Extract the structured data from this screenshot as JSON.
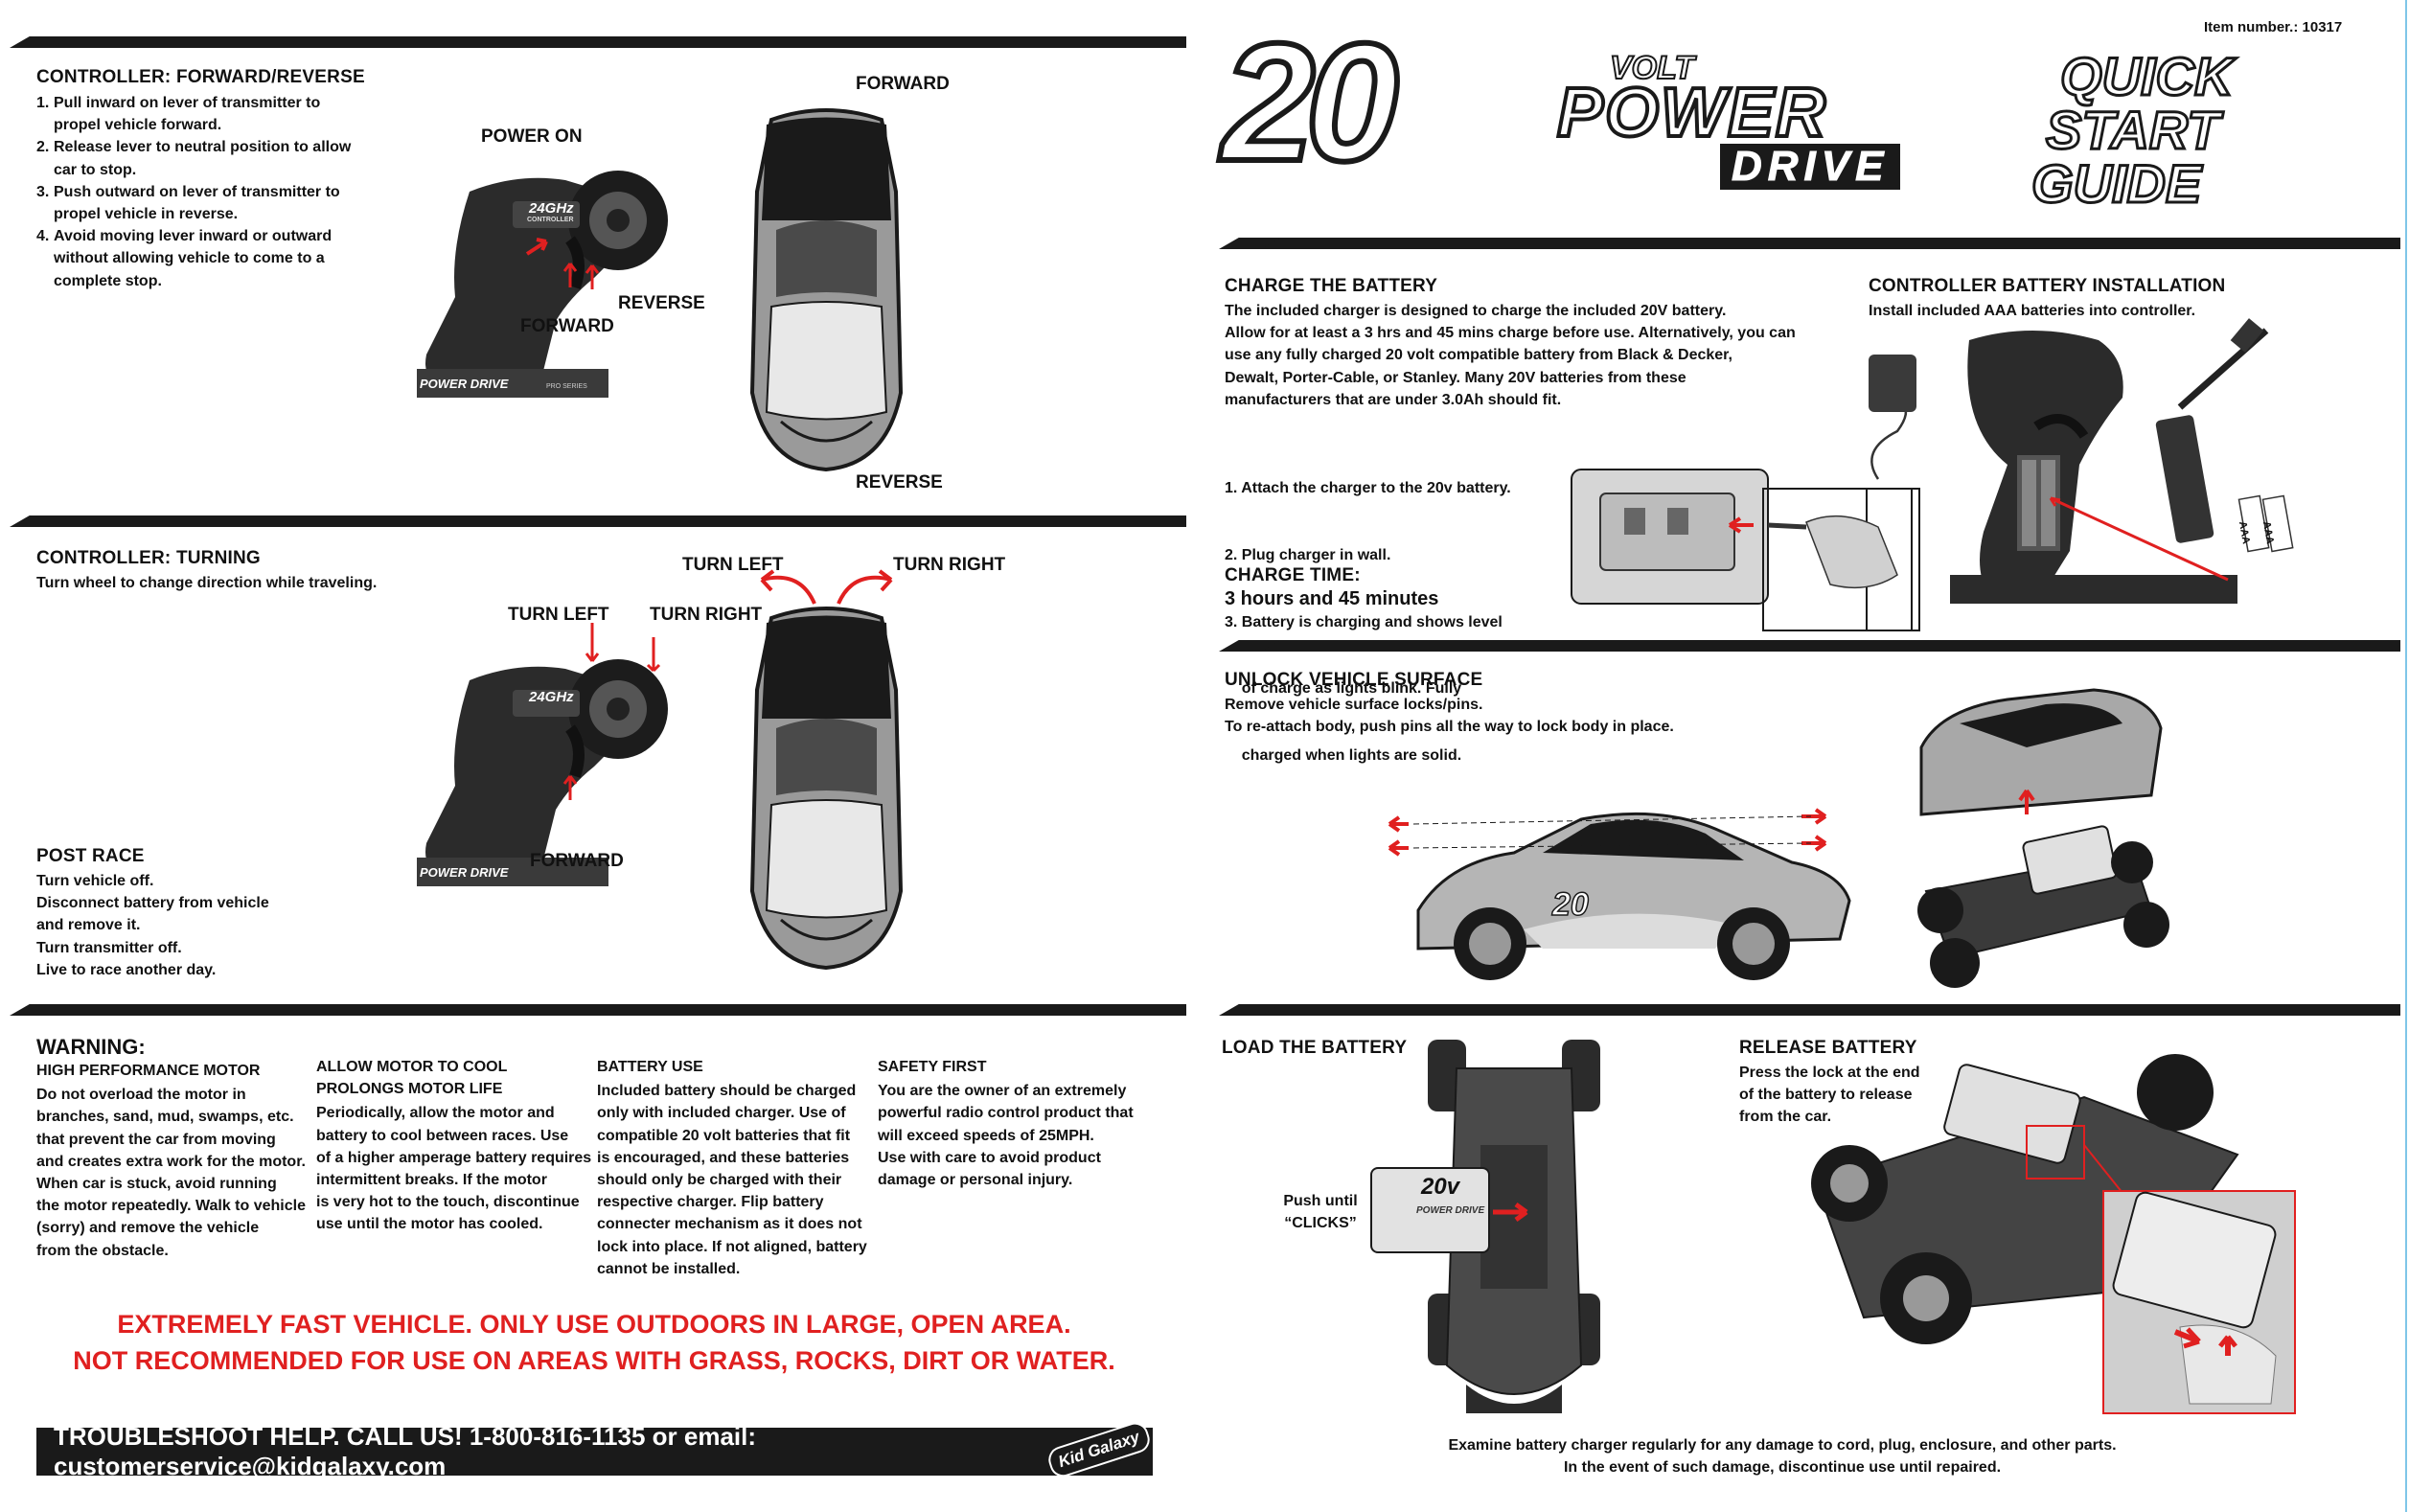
{
  "item_number": "Item number.: 10317",
  "brand": {
    "number": "20",
    "volt": "VOLT",
    "power": "POWER",
    "drive": "DRIVE",
    "guide_line1": "QUICK",
    "guide_line2": "START",
    "guide_line3": "GUIDE",
    "controller_logo": "24GHz",
    "controller_sub": "CONTROLLER",
    "controller_brand": "POWER DRIVE",
    "controller_series": "PRO SERIES",
    "kid_galaxy": "Kid Galaxy",
    "battery_label": "20v"
  },
  "forward_reverse": {
    "title": "CONTROLLER: FORWARD/REVERSE",
    "steps": [
      {
        "n": "1.",
        "text": "Pull inward on lever of transmitter to propel vehicle forward."
      },
      {
        "n": "2.",
        "text": "Release lever to neutral position to allow car to stop."
      },
      {
        "n": "3.",
        "text": "Push outward on lever of transmitter to propel vehicle in reverse."
      },
      {
        "n": "4.",
        "text": "Avoid moving lever inward or outward without allowing vehicle to come to a complete stop."
      }
    ],
    "power_on": "POWER ON",
    "forward": "FORWARD",
    "reverse": "REVERSE",
    "car_forward": "FORWARD",
    "car_reverse": "REVERSE"
  },
  "turning": {
    "title": "CONTROLLER: TURNING",
    "text": "Turn wheel to change direction while traveling.",
    "turn_left": "TURN LEFT",
    "turn_right": "TURN RIGHT",
    "forward": "FORWARD",
    "car_turn_left": "TURN LEFT",
    "car_turn_right": "TURN RIGHT"
  },
  "post_race": {
    "title": "POST RACE",
    "lines": [
      "Turn vehicle off.",
      "Disconnect battery from vehicle",
      "and remove it.",
      "Turn transmitter off.",
      "Live to race another day."
    ]
  },
  "warning": {
    "title": "WARNING:",
    "columns": [
      {
        "title": "HIGH PERFORMANCE MOTOR",
        "lines": [
          "Do not overload the motor in",
          "branches, sand, mud, swamps, etc.",
          "that prevent the car from moving",
          "and creates extra work for the motor.",
          "When car is stuck, avoid running",
          "the motor repeatedly.  Walk to vehicle",
          "(sorry) and remove the vehicle",
          "from the obstacle."
        ]
      },
      {
        "title": "ALLOW MOTOR TO COOL PROLONGS MOTOR LIFE",
        "lines": [
          "Periodically, allow the motor and",
          "battery to cool between races. Use",
          "of a higher amperage battery requires",
          "intermittent breaks. If the motor",
          "is very hot to the touch, discontinue",
          "use until the motor has cooled."
        ]
      },
      {
        "title": "BATTERY USE",
        "lines": [
          "Included battery should be charged",
          "only with included charger. Use of",
          "compatible 20 volt batteries that fit",
          "is encouraged, and these batteries",
          "should only be charged with their",
          "respective charger. Flip battery",
          "connecter mechanism as it does not",
          "lock into place.  If not aligned, battery",
          "cannot be installed."
        ]
      },
      {
        "title": "SAFETY FIRST",
        "lines": [
          "You are the owner of an extremely",
          "powerful radio control product that",
          "will exceed speeds of 25MPH.",
          "Use with care to avoid product",
          "damage or personal injury."
        ]
      }
    ],
    "red_line1": "EXTREMELY FAST VEHICLE.  ONLY USE OUTDOORS IN LARGE, OPEN AREA.",
    "red_line2": "NOT RECOMMENDED FOR USE ON AREAS WITH GRASS, ROCKS, DIRT OR WATER."
  },
  "footer": {
    "text": "TROUBLESHOOT HELP. CALL US! 1-800-816-1135 or email: customerservice@kidgalaxy.com"
  },
  "charge": {
    "title": "CHARGE THE BATTERY",
    "lines": [
      "The included charger is designed to charge the included 20V battery.",
      "Allow for at least a 3 hrs and 45 mins charge before use. Alternatively, you can",
      "use any fully charged 20 volt compatible battery from Black & Decker,",
      "Dewalt, Porter-Cable, or Stanley. Many 20V batteries from these",
      "manufacturers that are under 3.0Ah should fit."
    ],
    "steps": [
      "1. Attach the charger to the 20v battery.",
      "2. Plug charger in wall.",
      "3. Battery is charging and shows level",
      "    of charge as lights blink. Fully",
      "    charged when lights are solid."
    ],
    "time_title": "CHARGE TIME:",
    "time_value": "3 hours and 45 minutes"
  },
  "controller_battery": {
    "title": "CONTROLLER BATTERY INSTALLATION",
    "text": "Install included AAA batteries into controller.",
    "aaa1": "AAA",
    "aaa2": "AAA"
  },
  "unlock": {
    "title": "UNLOCK VEHICLE SURFACE",
    "lines": [
      "Remove vehicle surface locks/pins.",
      "To re-attach body, push pins all the way to lock body in place."
    ]
  },
  "load": {
    "title": "LOAD THE BATTERY",
    "push_line1": "Push until",
    "push_line2": "“CLICKS”"
  },
  "release": {
    "title": "RELEASE BATTERY",
    "lines": [
      "Press the lock at the end",
      "of the battery to release",
      "from the car."
    ]
  },
  "examine": {
    "line1": "Examine battery charger regularly for any damage to cord, plug, enclosure, and other parts.",
    "line2": "In the event of such damage, discontinue use until repaired."
  },
  "colors": {
    "accent_red": "#e02020",
    "bar": "#1a1a1a",
    "border_blue": "#7fc6e8"
  }
}
